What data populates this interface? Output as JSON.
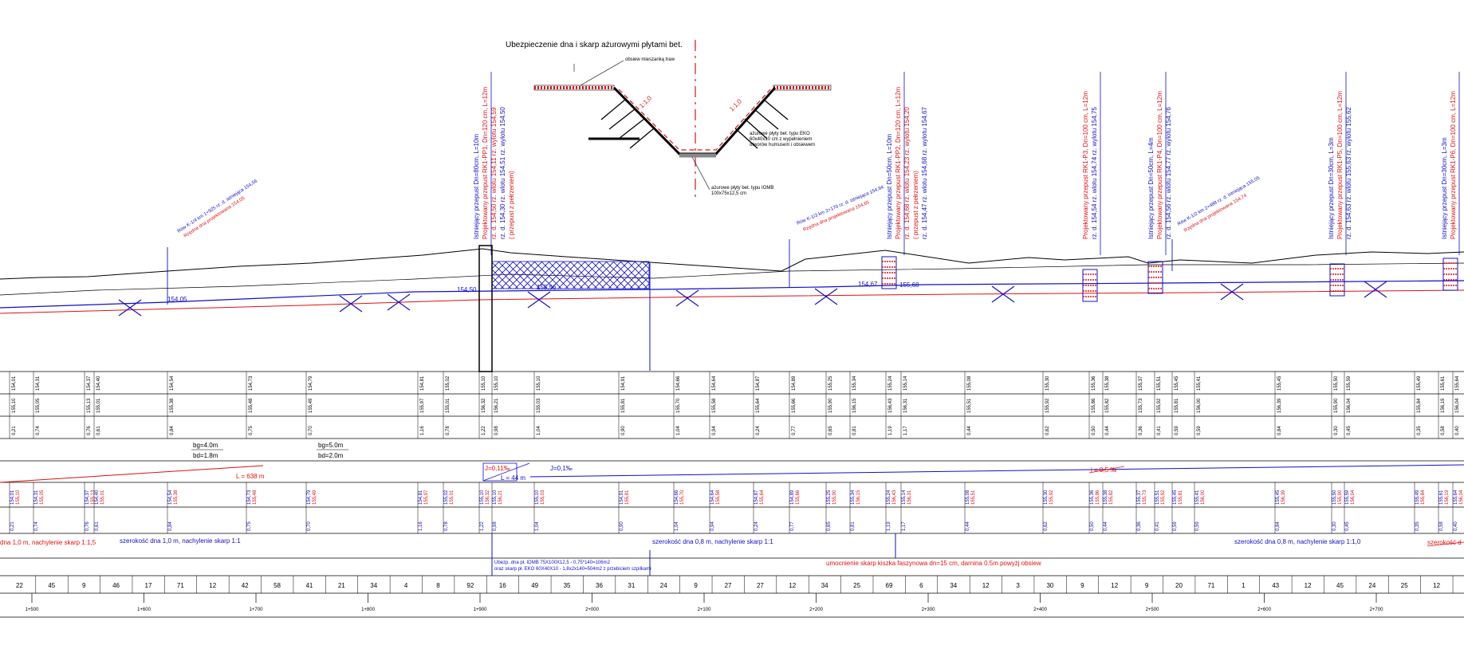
{
  "detail": {
    "title": "Ubezpieczenie dna i skarp ażurowymi płytami bet.",
    "label_top": "obsiew mieszanką traw",
    "slope_left": "1:1,0",
    "slope_right": "1:1,0",
    "label_right_1": "ażurowe płyty bet. typu EKO",
    "label_right_2": "60x40x10 cm z wypełnieniem",
    "label_right_3": "otworów humusem i obsiewem",
    "label_bottom_1": "ażurowe płyty bet. typu IOMB",
    "label_bottom_2": "100x75x12,5 cm"
  },
  "annotations": [
    {
      "text": "Rów K-1/4 km 1+925 rz. d. istniejąca 154,56",
      "color": "blue"
    },
    {
      "text": "Rzędna dna projektowana 154,05",
      "color": "red"
    },
    {
      "text": "Rów K-1/3 km 2+170 rz. d. istniejąca 154,94",
      "color": "blue"
    },
    {
      "text": "Rzędna dna projektowana 154,65",
      "color": "red"
    },
    {
      "text": "Rów K-1/2 km 2+488 rz. d. istniejąca 155,05",
      "color": "blue"
    },
    {
      "text": "Rzędna dna projektowana 154,74",
      "color": "red"
    }
  ],
  "culverts": [
    {
      "lines": [
        {
          "t": "Istniejący przepust Dn=80cm, L=10m",
          "c": "blue"
        },
        {
          "t": "Projektowany przepust RK1-PP1, Dn=120 cm, L=12m",
          "c": "red"
        },
        {
          "t": "rz. d. 154,50 rz. wlotu 154,11 rz. wylotu 154,59",
          "c": "red"
        },
        {
          "t": "rz. d. 154,30 rz. wlotu 154,51 rz. wylotu 154,50",
          "c": "blue"
        },
        {
          "t": "( przepust z pełrzeniem)",
          "c": "red"
        }
      ]
    },
    {
      "lines": [
        {
          "t": "Istniejący przepust Dn=50cm, L=10m",
          "c": "blue"
        },
        {
          "t": "Projektowany przepust RK1-PP2, Dn=120 cm, L=12m",
          "c": "red"
        },
        {
          "t": "rz. d. 154,68 rz. wlotu 154,23 rz. wylotu 154,20",
          "c": "red"
        },
        {
          "t": "( przepust z pełrzeniem)",
          "c": "red"
        },
        {
          "t": "rz. d. 154,47 rz. wlotu 154,68 rz. wylotu 154,67",
          "c": "blue"
        }
      ]
    },
    {
      "lines": [
        {
          "t": "Projektowany przepust RK1-P3, Dn=100 cm, L=12m",
          "c": "red"
        },
        {
          "t": "rz. d. 154,54 rz. wlotu 154,74 rz. wylotu 154,75",
          "c": "blue"
        }
      ]
    },
    {
      "lines": [
        {
          "t": "Istniejący przepust Dn=50cm, L=4m",
          "c": "blue"
        },
        {
          "t": "Projektowany przepust RK1-P4, Dn=100 cm, L=12m",
          "c": "red"
        },
        {
          "t": "rz. d. 154,56 rz. wlotu 154,77 rz. wylotu 154,76",
          "c": "blue"
        }
      ]
    },
    {
      "lines": [
        {
          "t": "Istniejący przepust Dn=30cm, L=3m",
          "c": "blue"
        },
        {
          "t": "Projektowany przepust RK1-P5, Dn=100 cm, L=12m",
          "c": "red"
        },
        {
          "t": "rz. d. 154,63 rz. wlotu 155,63 rz. wylotu 155,62",
          "c": "blue"
        }
      ]
    },
    {
      "lines": [
        {
          "t": "Istniejący przepust Dn=30cm, L=3m",
          "c": "blue"
        },
        {
          "t": "Projektowany przepust RK1-P6, Dn=100 cm, L=12m",
          "c": "red"
        }
      ]
    }
  ],
  "profile_labels": {
    "l1": "154,05",
    "l2": "154,50",
    "l3": "155,56",
    "l4": "154,67",
    "l5": "155,68"
  },
  "bottom_widths": [
    {
      "t": "bg=4.0m"
    },
    {
      "t": "bd=1.8m"
    },
    {
      "t": "bg=5.0m"
    },
    {
      "t": "bd=2.0m"
    }
  ],
  "row_values": {
    "r1": [
      "154,01",
      "154,31",
      "154,37",
      "154,40",
      "154,54",
      "154,73",
      "154,79",
      "154,81",
      "155,02",
      "155,10",
      "155,10",
      "155,10",
      "154,91",
      "154,66",
      "154,64",
      "154,87",
      "154,89",
      "155,25",
      "155,34",
      "155,24",
      "155,14",
      "155,08",
      "155,30",
      "155,36",
      "155,38",
      "155,37",
      "155,51",
      "155,45",
      "155,41",
      "155,45",
      "155,50",
      "155,59",
      "155,49",
      "155,61",
      "155,64"
    ],
    "r2": [
      "155,10",
      "155,05",
      "155,13",
      "155,01",
      "155,38",
      "155,48",
      "155,49",
      "155,97",
      "155,01",
      "156,32",
      "156,21",
      "155,03",
      "155,81",
      "155,70",
      "155,58",
      "155,64",
      "155,66",
      "155,90",
      "156,15",
      "156,43",
      "156,31",
      "155,51",
      "155,92",
      "155,86",
      "155,82",
      "155,73",
      "155,92",
      "155,81",
      "156,00",
      "156,39",
      "155,90",
      "156,04",
      "155,84",
      "156,19",
      "156,04"
    ],
    "r3": [
      "0,21",
      "0,74",
      "0,76",
      "0,61",
      "0,84",
      "0,75",
      "0,70",
      "1,16",
      "0,78",
      "1,22",
      "0,98",
      "1,04",
      "0,90",
      "1,04",
      "0,94",
      "0,24",
      "0,77",
      "0,65",
      "0,81",
      "1,19",
      "1,17",
      "0,44",
      "0,62",
      "0,50",
      "0,44",
      "0,36",
      "0,41",
      "0,59",
      "0,59",
      "0,84",
      "0,30",
      "0,45",
      "0,35",
      "0,58",
      "0,40"
    ]
  },
  "gradients": {
    "left_len": "L = 638 m",
    "mid_slope": "J=0,11‰",
    "mid_len": "L = 44 m",
    "j2": "J=0,1‰",
    "right_slope": "i = 0,5 ‰"
  },
  "ditch_descriptions": {
    "d1": "dna 1,0 m, nachylenie skarp 1:1,5",
    "d2": "szerokość dna 1,0 m, nachylenie skarp 1:1",
    "d3": "szerokość dna 0,8 m, nachylenie skarp 1:1",
    "d4": "szerokość dna 0,8 m, nachylenie skarp 1:1,0",
    "d5": "szerokość d"
  },
  "reinforcement": {
    "line1": "Ubezp. dna pł. IOMB 75X100X12,5 - 0,75*140=106m2",
    "line2": "oraz skarp pł. EKO 60X40X10 - 1,8x2x140=504m2 z przebiciem szpilkami",
    "red_note": "umocnienie skarp kiszka faszynowa dn=15 cm, darnina 0.5m powyżj obsiew"
  },
  "distances": [
    "22",
    "45",
    "9",
    "46",
    "17",
    "71",
    "12",
    "42",
    "58",
    "41",
    "21",
    "34",
    "4",
    "8",
    "92",
    "16",
    "49",
    "35",
    "36",
    "31",
    "24",
    "9",
    "27",
    "27",
    "12",
    "34",
    "25",
    "69",
    "6",
    "34",
    "12",
    "3",
    "30",
    "9",
    "12",
    "9",
    "20",
    "71",
    "1",
    "43",
    "12",
    "45",
    "24",
    "25",
    "12"
  ],
  "chainage": [
    "1+500",
    "1+600",
    "1+700",
    "1+800",
    "1+900",
    "2+000",
    "2+100",
    "2+200",
    "2+300",
    "2+400",
    "2+500",
    "2+600",
    "2+700"
  ]
}
